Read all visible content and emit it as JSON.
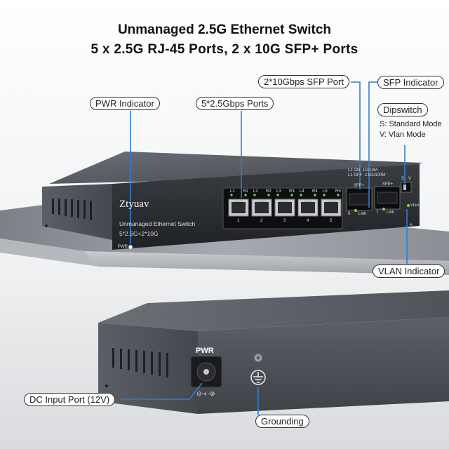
{
  "title": {
    "line1": "Unmanaged 2.5G Ethernet Switch",
    "line2": "5 x 2.5G RJ-45 Ports, 2 x 10G SFP+ Ports"
  },
  "callouts": {
    "pwr_indicator": "PWR Indicator",
    "rj45_ports": "5*2.5Gbps Ports",
    "sfp_port": "2*10Gbps SFP Port",
    "sfp_indicator": "SFP Indicator",
    "dipswitch": "Dipswitch",
    "dipswitch_standard": "S: Standard Mode",
    "dipswitch_vlan": "V: Vlan Mode",
    "vlan_indicator": "VLAN Indicator",
    "dc_input": "DC Input Port (12V)",
    "grounding": "Grounding"
  },
  "device": {
    "brand": "Ztyuav",
    "model": "Unmanaged Ethernet Switch",
    "spec": "5*2.5G+2*10G",
    "pwr_led_label": "PWR",
    "rear_pwr_label": "PWR",
    "port_labels": [
      "L1",
      "R1",
      "L2",
      "R2",
      "L3",
      "R3",
      "L4",
      "R4",
      "L5",
      "R5"
    ],
    "port_numbers": [
      "1",
      "2",
      "3",
      "4",
      "5"
    ],
    "sfp_labels": [
      "SFP+",
      "SFP+"
    ],
    "sfp_numbers": [
      "6",
      "7"
    ],
    "link_label": "Link",
    "vlan_label": "Vlan",
    "dip_labels": [
      "S",
      "V"
    ],
    "led_legend_1": "L1 ON: 1G/10M",
    "led_legend_2": "L1 OFF: 2.5G/100M",
    "polarity": "⊖-◐-⊕"
  },
  "colors": {
    "housing": "#4e5259",
    "housing_dark": "#2c2f34",
    "panel": "#17191c",
    "led_green": "#7ed957",
    "callout_line": "#2f7fcf",
    "platform": "#9a9ea4"
  },
  "icons": {
    "ground": "ground-icon",
    "power_jack": "dc-jack-icon"
  }
}
